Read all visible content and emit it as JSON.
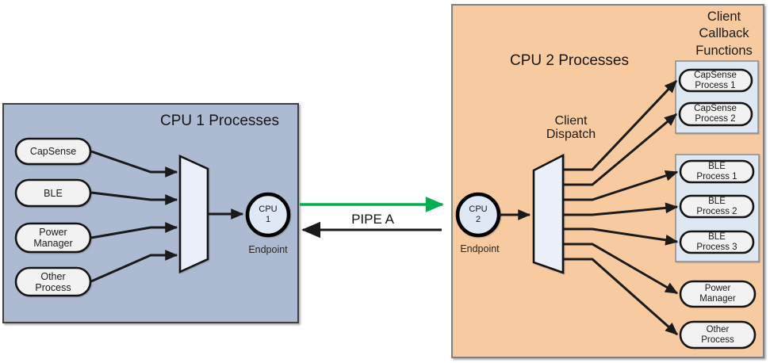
{
  "colors": {
    "cpu1_box": "#ACBAD2",
    "cpu2_box": "#F8CAA0",
    "panel": "#DEE8F3",
    "node_fill": "#F2F2F2",
    "mux_fill": "#EBF0F8",
    "endpoint_fill": "#DFE9F5",
    "pipe_forward": "#00B050",
    "line": "#1A1A1A"
  },
  "cpu1": {
    "title": "CPU 1 Processes",
    "processes": [
      "CapSense",
      "BLE",
      "Power Manager",
      "Other Process"
    ],
    "endpoint": {
      "line1": "CPU",
      "line2": "1",
      "caption": "Endpoint"
    }
  },
  "pipe": {
    "label": "PIPE A"
  },
  "cpu2": {
    "title": "CPU 2 Processes",
    "dispatch_label": "Client Dispatch",
    "callback_header": "Client Callback Functions",
    "endpoint": {
      "line1": "CPU",
      "line2": "2",
      "caption": "Endpoint"
    },
    "callbacks": [
      "CapSense Process 1",
      "CapSense Process 2",
      "BLE Process 1",
      "BLE Process 2",
      "BLE Process 3",
      "Power Manager",
      "Other Process"
    ]
  }
}
